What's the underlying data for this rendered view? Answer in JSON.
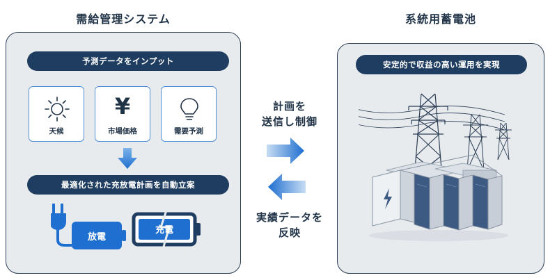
{
  "left_system": {
    "title": "需給管理システム",
    "input_label": "予測データをインプット",
    "cards": [
      {
        "label": "天候",
        "icon": "sun-icon"
      },
      {
        "label": "市場価格",
        "icon": "yen-icon",
        "glyph": "¥"
      },
      {
        "label": "需要予測",
        "icon": "lightbulb-icon"
      }
    ],
    "auto_plan_label": "最適化された充放電計画を自動立案",
    "discharge_label": "放電",
    "charge_label": "充電"
  },
  "middle": {
    "top_text": [
      "計画を",
      "送信し制御"
    ],
    "bottom_text": [
      "実績データを",
      "反映"
    ]
  },
  "right_system": {
    "title": "系統用蓄電池",
    "result_label": "安定的で収益の高い運用を実現"
  },
  "colors": {
    "navy": "#1f3d60",
    "blue": "#1e6fd0",
    "light_blue": "#4e8fd6",
    "panel_bg": "#e8ebee"
  }
}
